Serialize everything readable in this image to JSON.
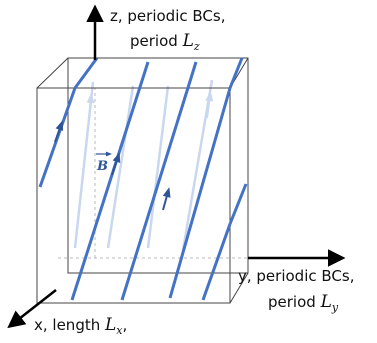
{
  "axes": {
    "z": {
      "text": "z, periodic BCs,",
      "period_text": "period ",
      "symbol": "L",
      "subscript": "z"
    },
    "y": {
      "text": "y, periodic BCs,",
      "period_text": "period ",
      "symbol": "L",
      "subscript": "y"
    },
    "x": {
      "text": "x, length ",
      "symbol": "L",
      "subscript": "x",
      "suffix": ","
    }
  },
  "field_label": "B",
  "colors": {
    "axis": "#000000",
    "box_edge": "#333333",
    "field_line_front": "#4472c4",
    "field_line_back": "#c9d8ef",
    "arrow_label": "#2f5597"
  }
}
